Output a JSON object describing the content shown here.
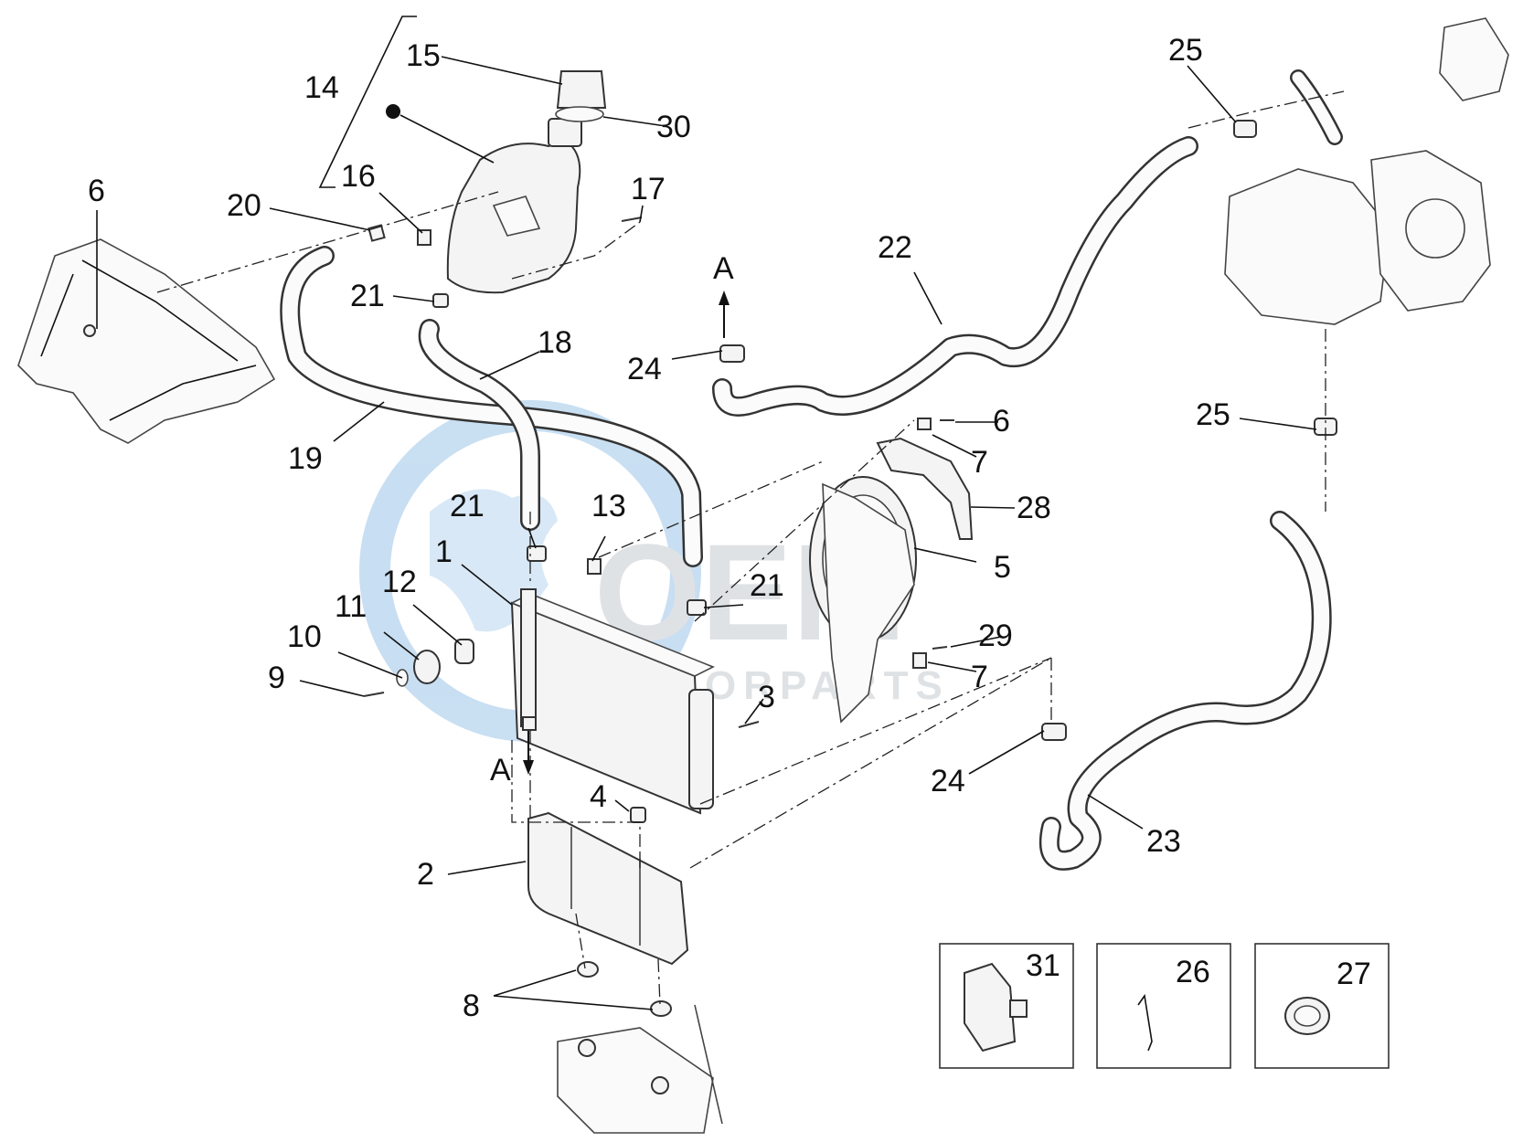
{
  "watermark": {
    "brand": "OEM",
    "tagline": "MOTORPARTS",
    "globe_color": "#4a8fd0",
    "text_color": "#c6cbd0"
  },
  "arrows": {
    "label_top": "A",
    "label_bottom": "A"
  },
  "callouts": {
    "c1": "1",
    "c2": "2",
    "c3": "3",
    "c4": "4",
    "c5": "5",
    "c6a": "6",
    "c6b": "6",
    "c7a": "7",
    "c7b": "7",
    "c8": "8",
    "c9": "9",
    "c10": "10",
    "c11": "11",
    "c12": "12",
    "c13": "13",
    "c14": "14",
    "c15": "15",
    "c16": "16",
    "c17": "17",
    "c18": "18",
    "c19": "19",
    "c20": "20",
    "c21a": "21",
    "c21b": "21",
    "c21c": "21",
    "c22": "22",
    "c23": "23",
    "c24a": "24",
    "c24b": "24",
    "c25a": "25",
    "c25b": "25",
    "c26": "26",
    "c27": "27",
    "c28": "28",
    "c29": "29",
    "c30": "30",
    "c31": "31"
  }
}
